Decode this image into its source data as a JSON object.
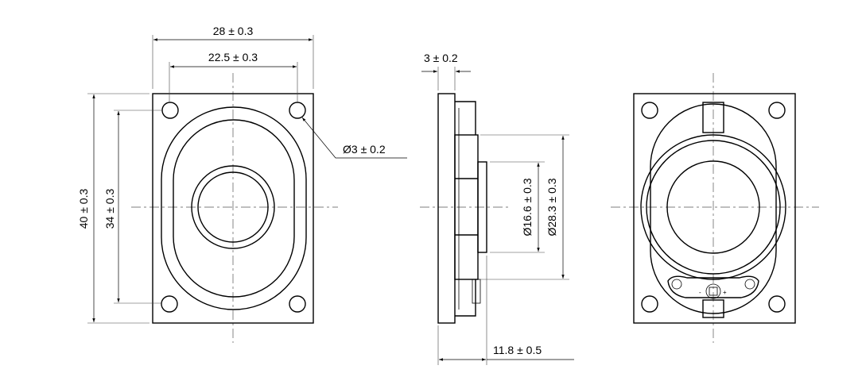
{
  "dimensions": {
    "width_outer": "28 ± 0.3",
    "width_holes": "22.5 ± 0.3",
    "thickness_flange": "3 ± 0.2",
    "hole_diameter": "Ø3 ± 0.2",
    "height_outer": "40 ± 0.3",
    "height_holes": "34 ± 0.3",
    "diameter_magnet": "Ø16.6 ± 0.3",
    "diameter_frame": "Ø28.3 ± 0.3",
    "depth_total": "11.8 ± 0.5"
  },
  "terminals": {
    "minus": "-",
    "plus": "+"
  }
}
